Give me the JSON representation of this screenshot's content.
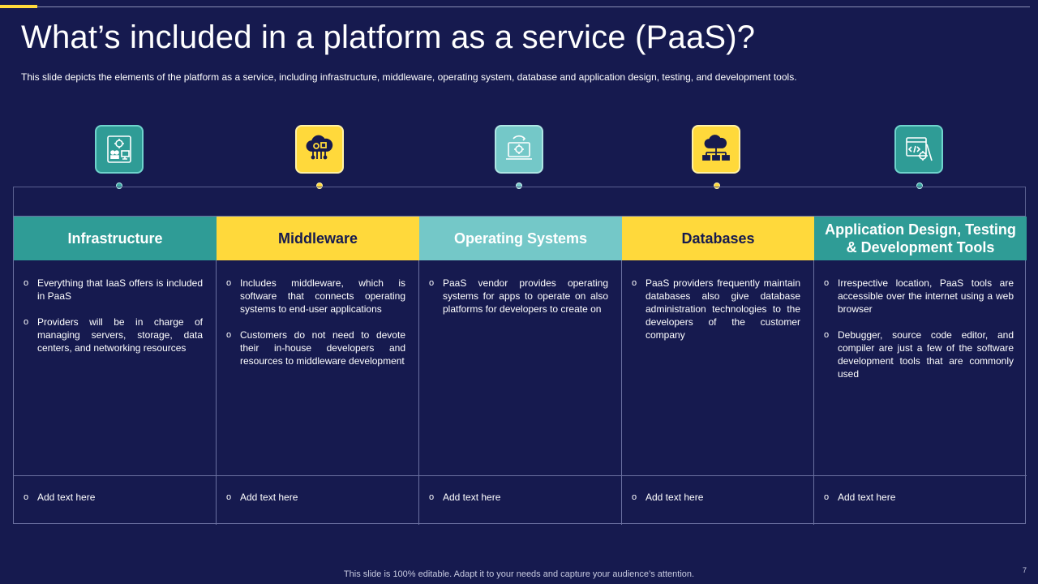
{
  "slide": {
    "title": "What’s included in a platform as a service (PaaS)?",
    "subtitle": "This slide depicts the elements of the platform as a service, including infrastructure, middleware, operating system, database and application design, testing, and development tools.",
    "footer_note": "This slide is 100% editable. Adapt it to your needs and capture your audience’s attention.",
    "page_number": "7"
  },
  "colors": {
    "background": "#161a4f",
    "teal": "#2f9c96",
    "yellow": "#ffd93b",
    "light_teal": "#74c8c8"
  },
  "columns": [
    {
      "icon": "people-gear-monitor-icon",
      "header": "Infrastructure",
      "bullets": [
        "Everything that IaaS offers is included in PaaS",
        "Providers will be in charge of managing servers, storage, data centers, and networking resources"
      ],
      "footer": "Add text here"
    },
    {
      "icon": "cloud-gear-circuit-icon",
      "header": "Middleware",
      "bullets": [
        "Includes middleware, which is software that connects operating systems to end-user applications",
        "Customers do not need to devote their in-house developers and resources to middleware development"
      ],
      "footer": "Add text here"
    },
    {
      "icon": "laptop-gear-icon",
      "header": "Operating Systems",
      "bullets": [
        "PaaS vendor provides operating systems for apps to operate on also platforms for developers to create on"
      ],
      "footer": "Add text here"
    },
    {
      "icon": "cloud-network-icon",
      "header": "Databases",
      "bullets": [
        "PaaS providers frequently maintain databases also give database administration technologies to the developers of the customer company"
      ],
      "footer": "Add text here"
    },
    {
      "icon": "code-window-tools-icon",
      "header": "Application Design, Testing & Development Tools",
      "bullets": [
        "Irrespective location, PaaS tools are accessible over the internet using a web browser",
        "Debugger, source code editor, and compiler are just a few of the software development tools that are commonly used"
      ],
      "footer": "Add text here"
    }
  ]
}
